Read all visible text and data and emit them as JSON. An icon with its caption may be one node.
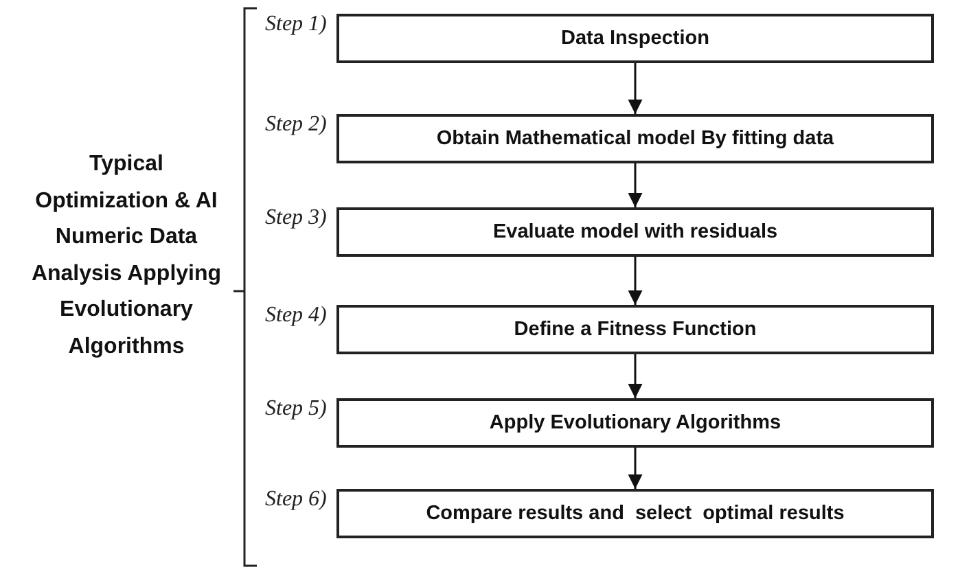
{
  "diagram": {
    "nodes": [
      {
        "text": [
          "Data Inspection"
        ],
        "beside": [
          "Step 1)"
        ]
      },
      {
        "text": [
          "Obtain Mathematical model By fitting data"
        ],
        "beside": [
          "Step 2)"
        ]
      },
      {
        "text": [
          "Evaluate model with residuals"
        ],
        "beside": [
          "Step 3)"
        ]
      },
      {
        "text": [
          "Define a Fitness Function"
        ],
        "beside": [
          "Step 4)"
        ]
      },
      {
        "text": [
          "Apply Evolutionary Algorithms"
        ],
        "beside": [
          "Step 5)"
        ]
      },
      {
        "text": [
          "Compare results and  select  optimal results"
        ],
        "beside": [
          "Step 6)"
        ]
      }
    ],
    "edges": [
      {
        "from": 0,
        "to": 1,
        "arrow": "to"
      },
      {
        "from": 1,
        "to": 2,
        "arrow": "to"
      },
      {
        "from": 2,
        "to": 3,
        "arrow": "to"
      },
      {
        "from": 3,
        "to": 4,
        "arrow": "to"
      },
      {
        "from": 4,
        "to": 5,
        "arrow": "to"
      }
    ],
    "labels": [
      "Typical Optimization & AI Numeric Data Analysis Applying Evolutionary Algorithms"
    ]
  }
}
